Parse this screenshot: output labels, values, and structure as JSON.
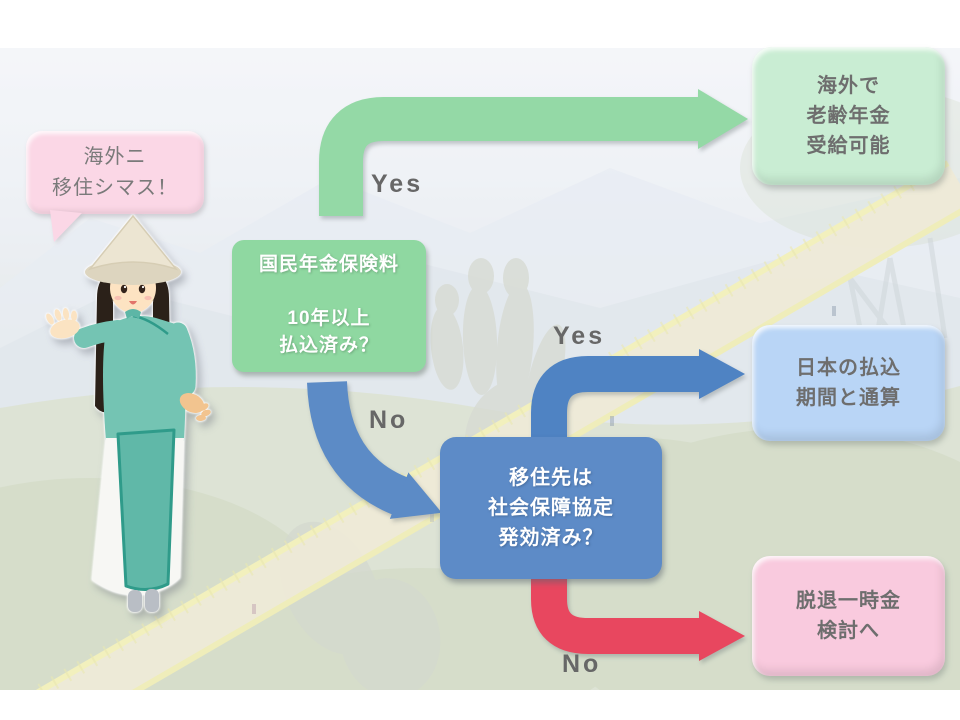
{
  "slide": {
    "background_color": "#ffffff",
    "decor": {
      "background_photo_alt": "washed-out aerial photo of the Golden Bridge (Da Nang) held by giant stone hands",
      "character_alt": "illustrated woman wearing a Vietnamese conical hat and teal ao dai"
    },
    "speech_bubble": {
      "text": "海外ニ\n移住シマス！",
      "bg_color": "#fbd7e6",
      "text_color": "#7a7a7a"
    },
    "flowchart": {
      "nodes": {
        "pension_paid_question": {
          "text": "国民年金保険料\n\n10年以上\n払込済み？",
          "bg_color": "#8fd8a1",
          "text_color": "#ffffff"
        },
        "agreement_question": {
          "text": "移住先は\n社会保障協定\n発効済み？",
          "bg_color": "#5d8bc7",
          "text_color": "#ffffff"
        },
        "overseas_pension_outcome": {
          "text": "海外で\n老齢年金\n受給可能",
          "bg_color": "#c9edd3",
          "text_color": "#6e6e6e"
        },
        "totalization_outcome": {
          "text": "日本の払込\n期間と通算",
          "bg_color": "#b9d5f6",
          "text_color": "#6e6e6e"
        },
        "lumpsum_outcome": {
          "text": "脱退一時金\n検討へ",
          "bg_color": "#f9cade",
          "text_color": "#6e6e6e"
        }
      },
      "edge_labels": {
        "yes_to_overseas": "Yes",
        "no_to_agreement": "No",
        "yes_to_totalization": "Yes",
        "no_to_lumpsum": "No"
      },
      "arrow_colors": {
        "yes_green": "#94d9a6",
        "no_blue_curve": "#5c8bc6",
        "yes_blue": "#4f83c3",
        "no_red": "#e8475f"
      }
    }
  }
}
